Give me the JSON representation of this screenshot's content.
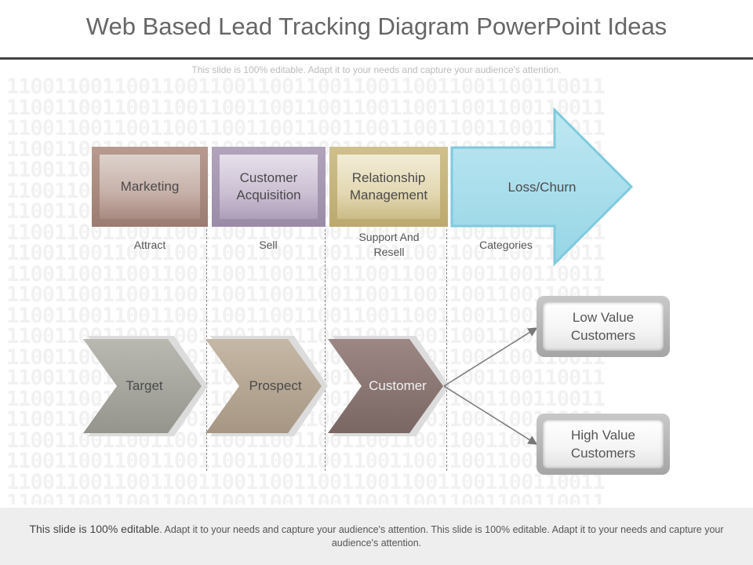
{
  "header": {
    "title": "Web Based Lead Tracking Diagram PowerPoint Ideas",
    "subtitle": "This slide is 100% editable. Adapt it to your needs and capture your audience's attention."
  },
  "background_pattern": "11001100110011001100110011001100110011001100110011",
  "stages": [
    {
      "label": "Marketing",
      "sub": "Attract",
      "color": "#a58980"
    },
    {
      "label": "Customer Acquisition",
      "sub": "Sell",
      "color": "#a295ad"
    },
    {
      "label": "Relationship Management",
      "sub": "Support And Resell",
      "color": "#c9b97f"
    },
    {
      "label": "Loss/Churn",
      "sub": "Categories",
      "color": "#a4dcea"
    }
  ],
  "funnel": [
    {
      "label": "Target",
      "color": "#a6a69e"
    },
    {
      "label": "Prospect",
      "color": "#b3a594"
    },
    {
      "label": "Customer",
      "color": "#8b7673"
    }
  ],
  "outcomes": [
    {
      "label": "Low Value Customers"
    },
    {
      "label": "High Value Customers"
    }
  ],
  "footer": {
    "lead": "This slide is 100% editable",
    "text": ". Adapt it to your needs and capture your audience's attention. This slide is 100% editable. Adapt it to your needs and capture your audience's attention."
  }
}
